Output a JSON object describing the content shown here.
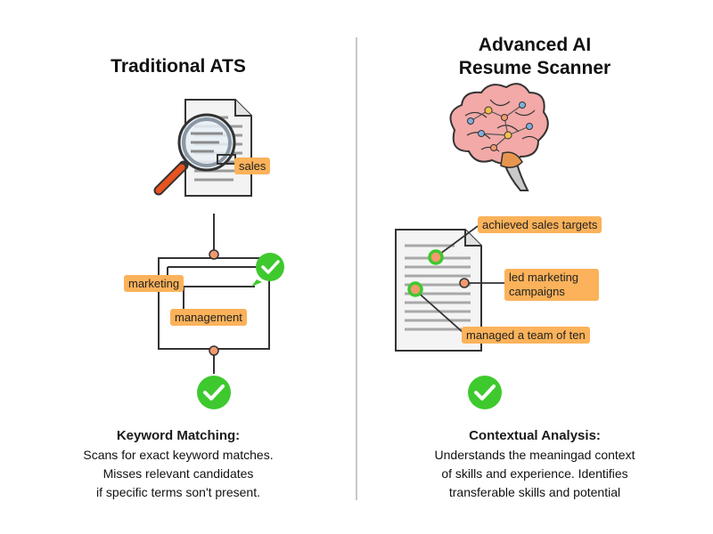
{
  "left": {
    "title": "Traditional ATS",
    "tags": {
      "sales": "sales",
      "marketing": "marketing",
      "management": "management"
    },
    "heading": "Keyword Matching:",
    "description": [
      "Scans for exact keyword matches.",
      "Misses relevant candidates",
      "if specific terms son't present."
    ]
  },
  "right": {
    "title_lines": [
      "Advanced AI",
      "Resume Scanner"
    ],
    "tags": {
      "achieved": "achieved sales targets",
      "led_marketing": "led marketing campaigns",
      "managed": "managed a team of ten"
    },
    "heading": "Contextual Analysis:",
    "description": [
      "Understands the meaningad context",
      "of skills and experience. Identifies",
      "transferable skills and potential"
    ]
  },
  "colors": {
    "tag": "#fbb25a",
    "check": "#3ec92e",
    "node": "#f29a6e",
    "brain": "#f2a9a7",
    "handle": "#e8531f"
  }
}
